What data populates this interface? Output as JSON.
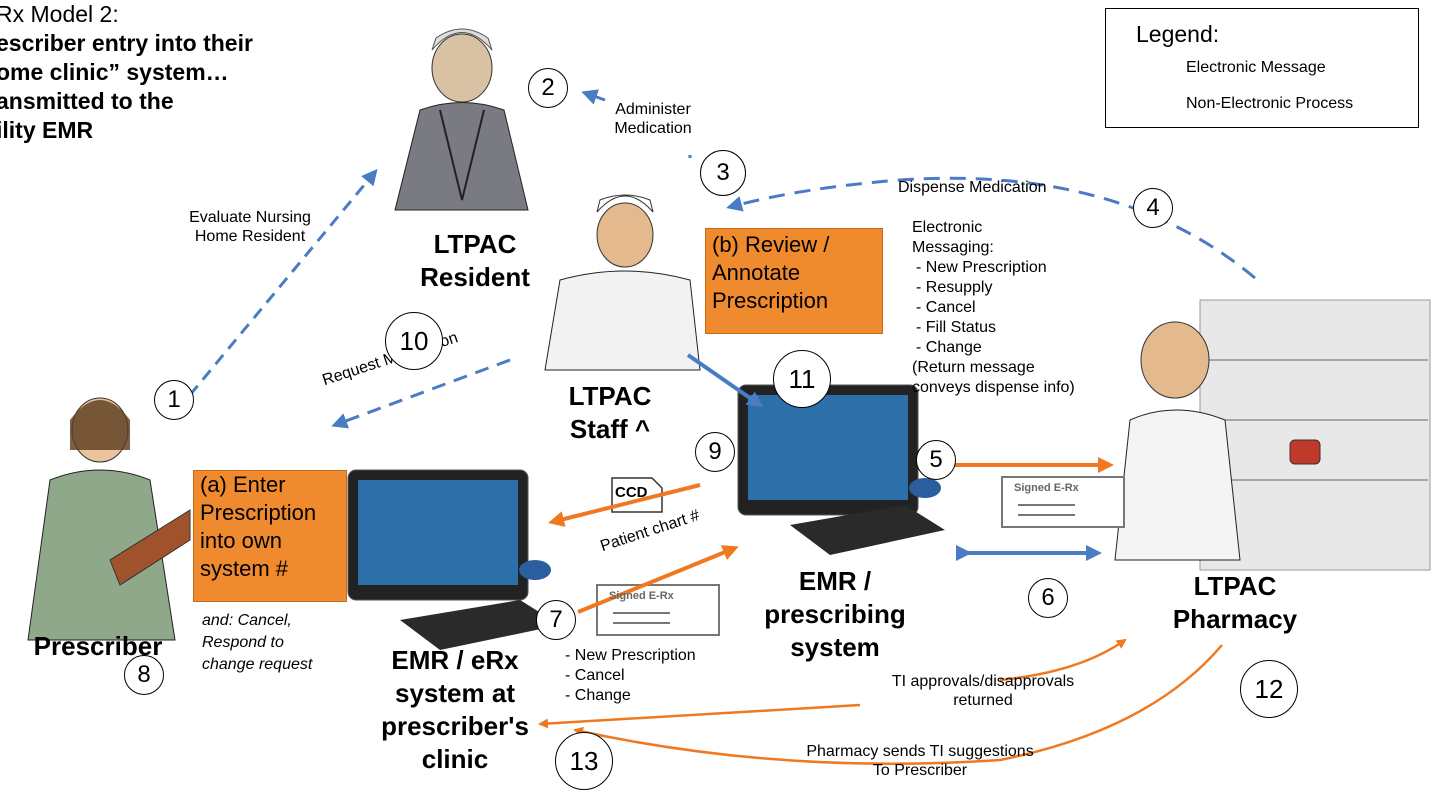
{
  "title": {
    "line1": "Rx Model 2:",
    "line2": "escriber entry into their",
    "line3": "ome clinic” system…",
    "line4": "ansmitted to the",
    "line5": "ility EMR"
  },
  "legend": {
    "heading": "Legend:",
    "electronic": "Electronic Message",
    "non_electronic": "Non-Electronic Process",
    "colors": {
      "electronic": "#f07820",
      "non_electronic": "#4a7cc4"
    }
  },
  "actors": {
    "resident": "LTPAC Resident",
    "staff_line1": "LTPAC",
    "staff_line2": "Staff ^",
    "prescriber": "Prescriber",
    "pharmacy_line1": "LTPAC",
    "pharmacy_line2": "Pharmacy",
    "emr_prescribing": [
      "EMR /",
      "prescribing",
      "system"
    ],
    "emr_clinic": [
      "EMR / eRx",
      "system at",
      "prescriber's",
      "clinic"
    ]
  },
  "boxes": {
    "review": [
      "(b) Review /",
      "Annotate",
      "Prescription"
    ],
    "enter": [
      "(a) Enter",
      "Prescription",
      "into own",
      "system #"
    ]
  },
  "labels": {
    "evaluate": [
      "Evaluate Nursing",
      "Home Resident"
    ],
    "administer": [
      "Administer",
      "Medication"
    ],
    "dispense": "Dispense Medication",
    "request": "Request Medication",
    "patient_chart": "Patient chart #",
    "ccd": "CCD",
    "signed_erx": "Signed E-Rx",
    "and_cancel": [
      "and: Cancel,",
      "Respond to",
      "change request"
    ],
    "electronic_messaging": [
      "Electronic",
      "Messaging:",
      "- New Prescription",
      "- Resupply",
      "- Cancel",
      "- Fill Status",
      "- Change",
      "(Return message",
      "conveys dispense info)"
    ],
    "clinic_messages": [
      "- New Prescription",
      "- Cancel",
      "- Change"
    ],
    "ti_approvals": [
      "TI approvals/disapprovals",
      "returned"
    ],
    "pharmacy_sends": [
      "Pharmacy sends TI suggestions",
      "To Prescriber"
    ]
  },
  "steps": [
    "1",
    "2",
    "3",
    "4",
    "5",
    "6",
    "7",
    "8",
    "9",
    "10",
    "11",
    "12",
    "13"
  ]
}
